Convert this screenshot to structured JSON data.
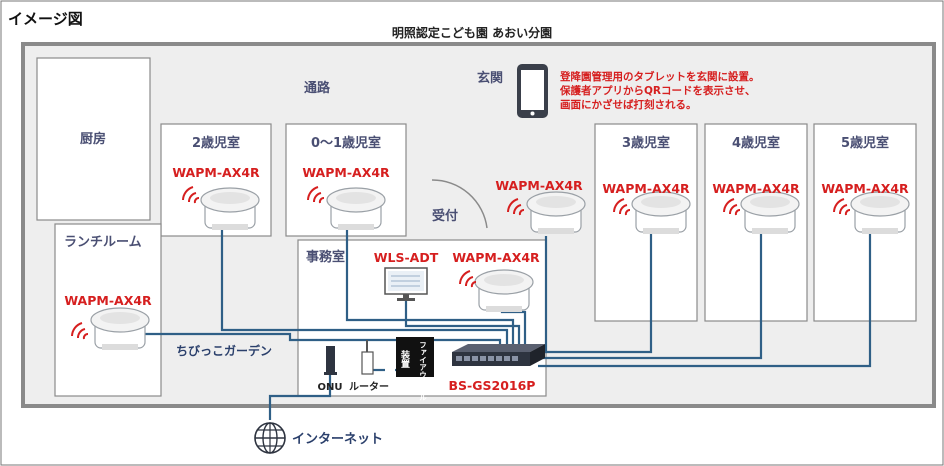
{
  "header": {
    "image_label": "イメージ図",
    "facility_name": "明照認定こども園 あおい分園"
  },
  "rooms": {
    "corridor": "通路",
    "kitchen": "厨房",
    "room_age2": "2歳児室",
    "room_age01": "0〜1歳児室",
    "room_age3": "3歳児室",
    "room_age4": "4歳児室",
    "room_age5": "5歳児室",
    "lunch_room": "ランチルーム",
    "office": "事務室",
    "reception": "受付",
    "entrance": "玄関",
    "garden": "ちびっこガーデン"
  },
  "note": {
    "line1": "登降園管理用のタブレットを玄関に設置。",
    "line2": "保護者アプリからQRコードを表示させ、",
    "line3": "画面にかざせば打刻される。"
  },
  "devices": {
    "ap_model": "WAPM-AX4R",
    "monitor_model": "WLS-ADT",
    "switch_model": "BS-GS2016P",
    "onu": "ONU",
    "router": "ルーター",
    "firewall_col1": "装置",
    "firewall_col2": "ファイアウォール",
    "internet": "インターネット"
  },
  "colors": {
    "accent_red": "#d61f1f",
    "cable_blue": "#2f5f86",
    "frame_gray": "#8a8a8a",
    "label_navy": "#4a4f73"
  }
}
